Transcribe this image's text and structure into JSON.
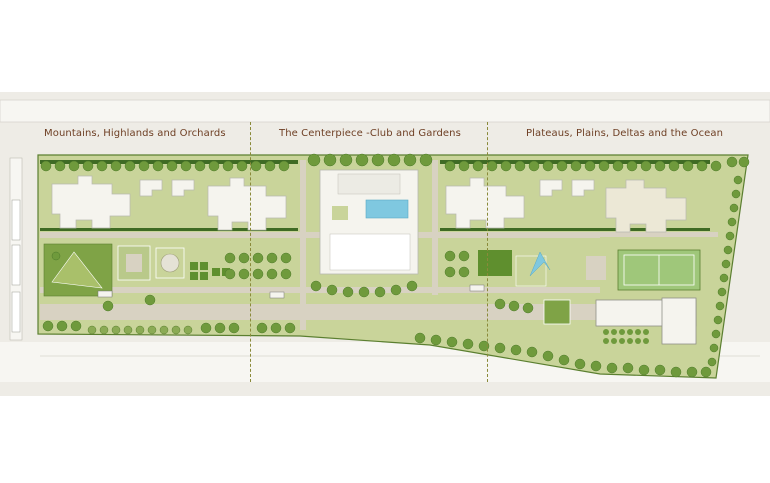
{
  "zones": [
    {
      "label": "Mountains, Highlands and Orchards"
    },
    {
      "label": "The Centerpiece -Club and Gardens"
    },
    {
      "label": "Plateaus, Plains, Deltas and the Ocean"
    }
  ],
  "colors": {
    "background": "#eeece6",
    "road": "#f7f6f2",
    "lawn": "#c9d49a",
    "dark_lawn": "#5f7d2e",
    "hedge": "#3f6b24",
    "tree": "#6f9a3c",
    "tree_dark": "#4d7a2a",
    "building": "#f5f4ee",
    "building_outline": "#b8b8b0",
    "paving": "#d8d2c2",
    "pool": "#7fc8e0",
    "court": "#9fc77a",
    "label": "#6e3f24",
    "divider": "#8a8a3a"
  }
}
